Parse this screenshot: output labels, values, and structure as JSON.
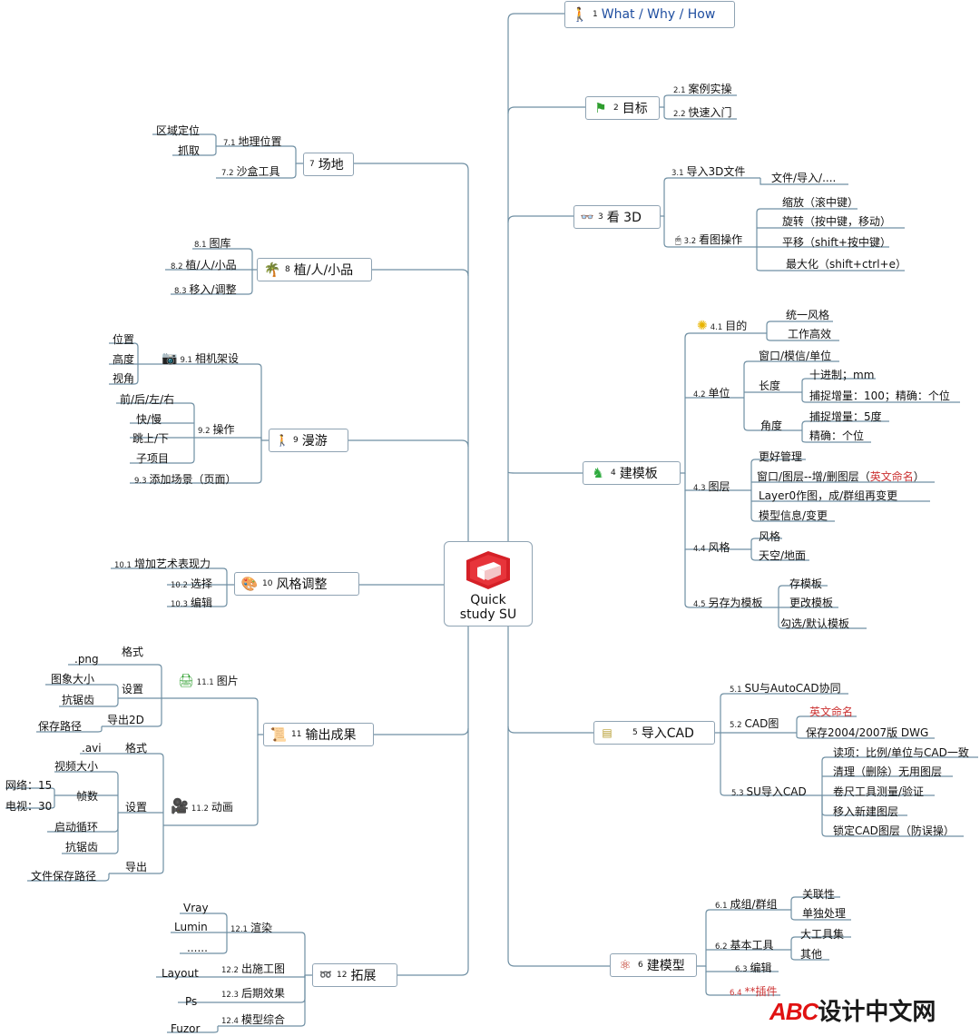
{
  "center": {
    "line1": "Quick",
    "line2": "study SU"
  },
  "branches": {
    "b1": {
      "num": "1",
      "title": "What  / Why / How"
    },
    "b2": {
      "num": "2",
      "title": "目标",
      "c1n": "2.1",
      "c1": "案例实操",
      "c2n": "2.2",
      "c2": "快速入门"
    },
    "b3": {
      "num": "3",
      "title": "看 3D",
      "c1n": "3.1",
      "c1": "导入3D文件",
      "c1a": "文件/导入/....",
      "c2n": "3.2",
      "c2": "看图操作",
      "ops": [
        "缩放（滚中键）",
        "旋转（按中键，移动）",
        "平移（shift+按中键）",
        "最大化（shift+ctrl+e）"
      ]
    },
    "b4": {
      "num": "4",
      "title": "建模板",
      "c1n": "4.1",
      "c1": "目的",
      "c1k": [
        "统一风格",
        "工作高效"
      ],
      "c2n": "4.2",
      "c2": "单位",
      "c2a": "窗口/模信/单位",
      "len": "长度",
      "len_k": [
        "十进制；mm",
        "捕捉增量：100；精确：个位"
      ],
      "ang": "角度",
      "ang_k": [
        "捕捉增量：5度",
        "精确：个位"
      ],
      "c3n": "4.3",
      "c3": "图层",
      "c3k0": "更好管理",
      "c3k1a": "窗口/图层--增/删图层（",
      "c3k1b": "英文命名",
      "c3k1c": "）",
      "c3k2": "Layer0作图，成/群组再变更",
      "c3k3": "模型信息/变更",
      "c4n": "4.4",
      "c4": "风格",
      "c4k": [
        "风格",
        "天空/地面"
      ],
      "c5n": "4.5",
      "c5": "另存为模板",
      "c5k": [
        "存模板",
        "更改模板",
        "勾选/默认模板"
      ]
    },
    "b5": {
      "num": "5",
      "title": "导入CAD",
      "c1n": "5.1",
      "c1": "SU与AutoCAD协同",
      "c2n": "5.2",
      "c2": "CAD图",
      "c2k": [
        "英文命名",
        "保存2004/2007版 DWG"
      ],
      "c3n": "5.3",
      "c3": "SU导入CAD",
      "c3k": [
        "读项：比例/单位与CAD一致",
        "清理（删除）无用图层",
        "卷尺工具测量/验证",
        "移入新建图层",
        "锁定CAD图层（防误操）"
      ]
    },
    "b6": {
      "num": "6",
      "title": "建模型",
      "c1n": "6.1",
      "c1": "成组/群组",
      "c1k": [
        "关联性",
        "单独处理"
      ],
      "c2n": "6.2",
      "c2": "基本工具",
      "c2k": [
        "大工具集",
        "其他"
      ],
      "c3n": "6.3",
      "c3": "编辑",
      "c4n": "6.4",
      "c4": "**插件"
    },
    "b7": {
      "num": "7",
      "title": "场地",
      "c1n": "7.1",
      "c1": "地理位置",
      "c1k": [
        "区域定位",
        "抓取"
      ],
      "c2n": "7.2",
      "c2": "沙盒工具"
    },
    "b8": {
      "num": "8",
      "title": "植/人/小品",
      "c1n": "8.1",
      "c1": "图库",
      "c2n": "8.2",
      "c2": "植/人/小品",
      "c3n": "8.3",
      "c3": "移入/调整"
    },
    "b9": {
      "num": "9",
      "title": "漫游",
      "c1n": "9.1",
      "c1": "相机架设",
      "c1k": [
        "位置",
        "高度",
        "视角"
      ],
      "c2n": "9.2",
      "c2": "操作",
      "c2k": [
        "前/后/左/右",
        "快/慢",
        "跳上/下",
        "子项目"
      ],
      "c3n": "9.3",
      "c3": "添加场景（页面）"
    },
    "b10": {
      "num": "10",
      "title": "风格调整",
      "c1n": "10.1",
      "c1": "增加艺术表现力",
      "c2n": "10.2",
      "c2": "选择",
      "c3n": "10.3",
      "c3": "编辑"
    },
    "b11": {
      "num": "11",
      "title": "输出成果",
      "c1n": "11.1",
      "c1": "图片",
      "p_fmt": "格式",
      "p_fmt_k": ".png",
      "p_set": "设置",
      "p_set_k": [
        "图象大小",
        "抗锯齿"
      ],
      "p_out": "导出2D",
      "p_out_k": "保存路径",
      "c2n": "11.2",
      "c2": "动画",
      "a_fmt": "格式",
      "a_fmt_k": ".avi",
      "a_set": "设置",
      "a_vs": "视频大小",
      "a_fps": "帧数",
      "a_fps_k": [
        "网络：15",
        "电视：30"
      ],
      "a_loop": "启动循环",
      "a_aa": "抗锯齿",
      "a_out": "导出",
      "a_out_k": "文件保存路径"
    },
    "b12": {
      "num": "12",
      "title": "拓展",
      "c1n": "12.1",
      "c1": "渲染",
      "c1k": [
        "Vray",
        "Lumin",
        "......"
      ],
      "c2n": "12.2",
      "c2": "出施工图",
      "c2k": "Layout",
      "c3n": "12.3",
      "c3": "后期效果",
      "c3k": "Ps",
      "c4n": "12.4",
      "c4": "模型综合",
      "c4k": "Fuzor"
    }
  },
  "watermark": {
    "brand": "ABC",
    "text": "设计中文网"
  },
  "colors": {
    "line": "#6f8fa3",
    "border": "#8fa3b3",
    "highlight": "#cc3333",
    "blue_text": "#1f4ea0"
  }
}
